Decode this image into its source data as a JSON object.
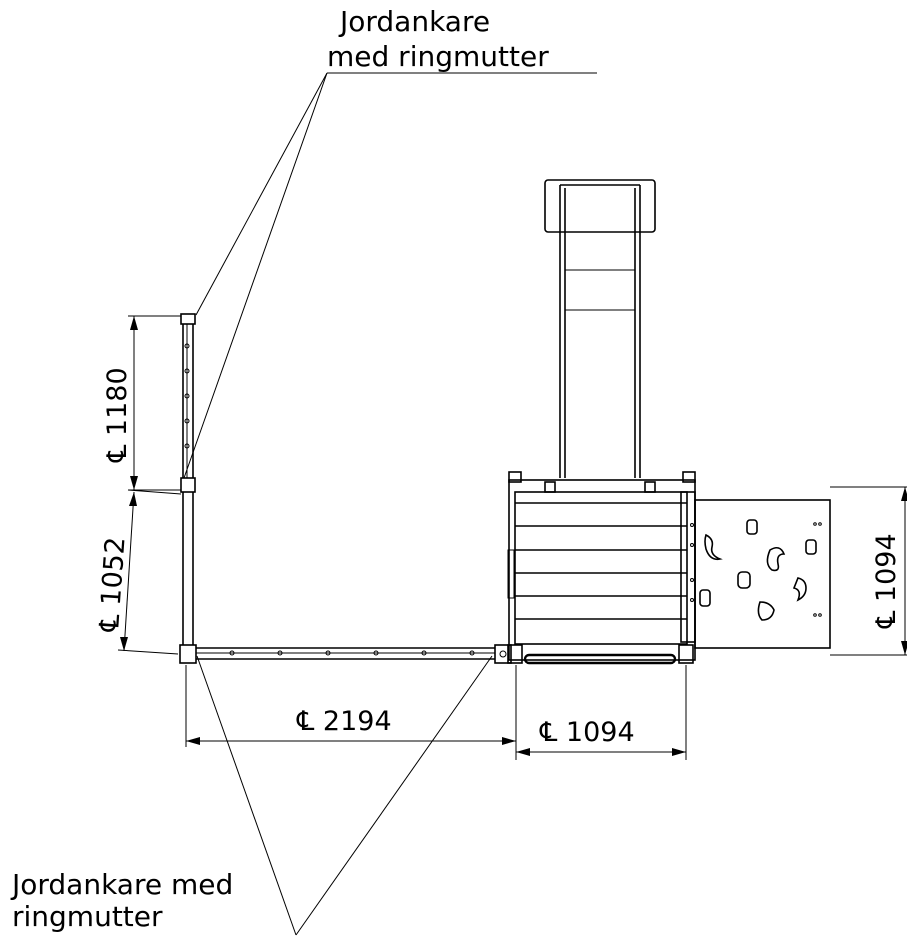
{
  "labels": {
    "top_line1": "Jordankare",
    "top_line2": "med ringmutter",
    "bottom_line1": "Jordankare med",
    "bottom_line2": "ringmutter"
  },
  "dimensions": {
    "left_upper": "℄ 1180",
    "left_lower": "℄ 1052",
    "bottom_long": "℄ 2194",
    "bottom_short": "℄ 1094",
    "right": "℄ 1094"
  }
}
